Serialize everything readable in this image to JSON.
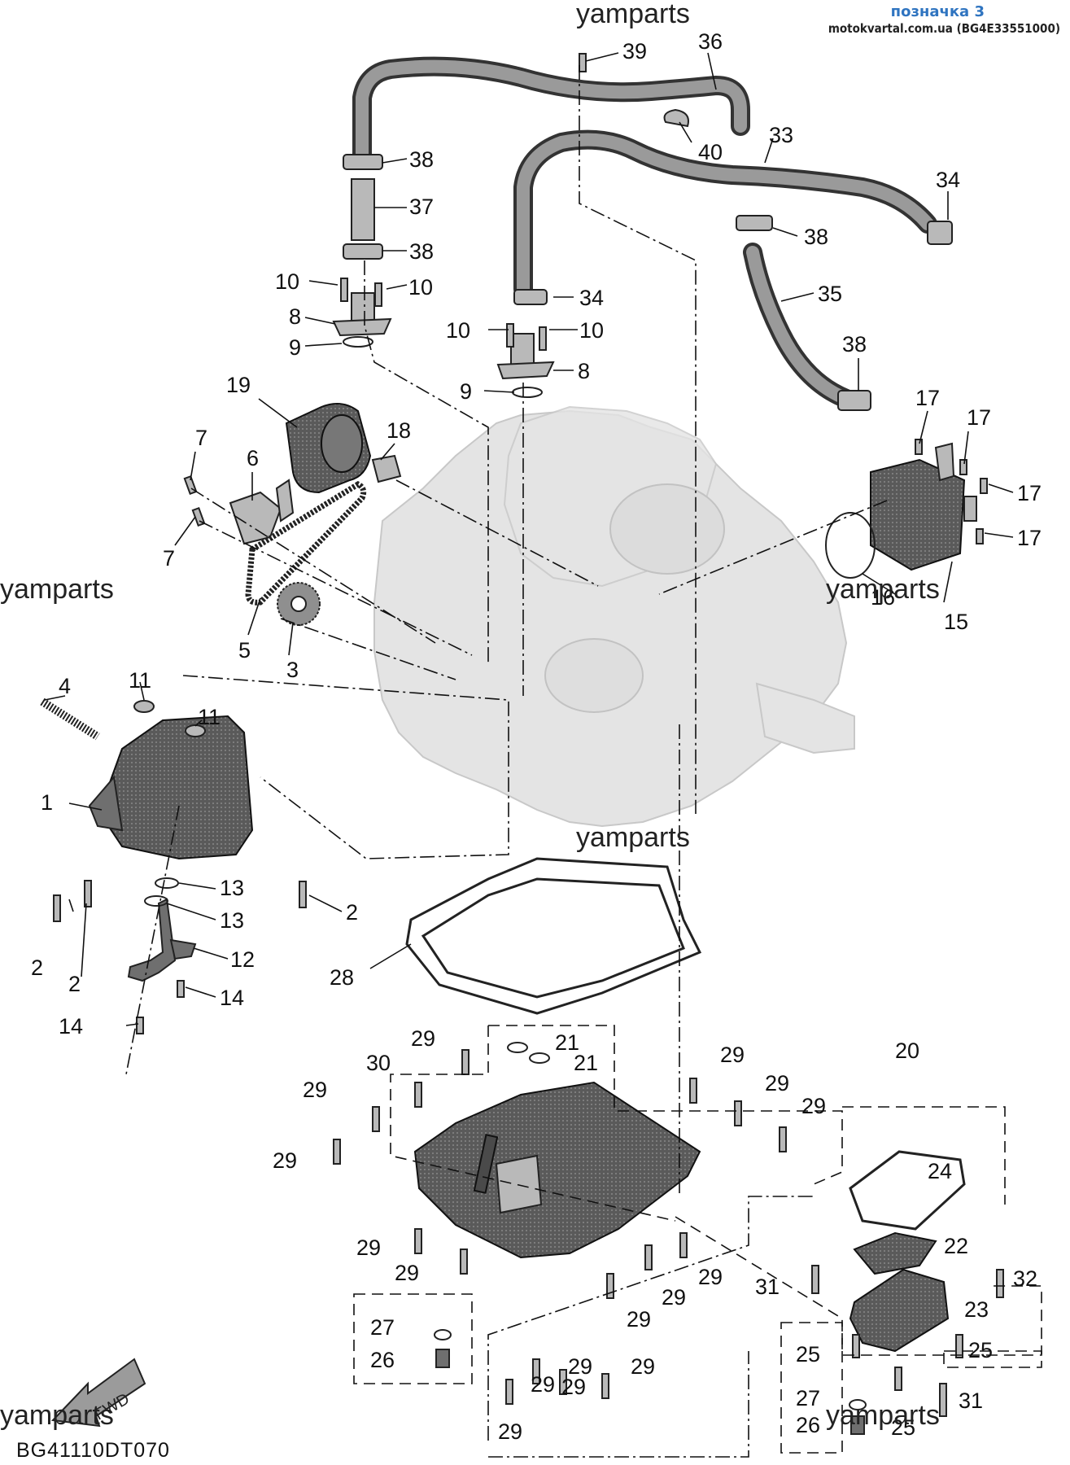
{
  "header": {
    "title": "позначка 3",
    "subtitle": "motokvartal.com.ua (BG4E33551000)"
  },
  "watermark": "yamparts",
  "diagram_code": "BG41110DT070",
  "fwd_label": "FWD",
  "callouts": [
    "1",
    "2",
    "3",
    "4",
    "5",
    "6",
    "7",
    "8",
    "9",
    "10",
    "11",
    "12",
    "13",
    "14",
    "15",
    "16",
    "17",
    "18",
    "19",
    "20",
    "21",
    "22",
    "23",
    "24",
    "25",
    "26",
    "27",
    "28",
    "29",
    "30",
    "31",
    "32",
    "33",
    "34",
    "35",
    "36",
    "37",
    "38",
    "39",
    "40"
  ]
}
